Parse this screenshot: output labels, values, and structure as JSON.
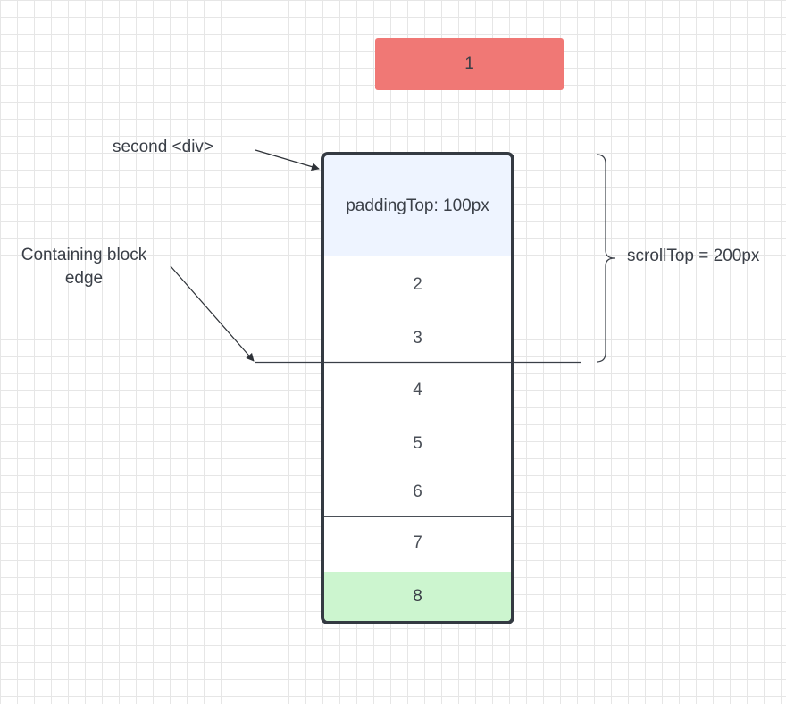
{
  "top_block": {
    "label": "1"
  },
  "container": {
    "padding_label": "paddingTop: 100px",
    "items": [
      "2",
      "3",
      "4",
      "5",
      "6",
      "7",
      "8"
    ]
  },
  "annotations": {
    "second_div": "second <div>",
    "containing_block_line1": "Containing block",
    "containing_block_line2": "edge",
    "scroll_top": "scrollTop = 200px"
  },
  "colors": {
    "top_block": "#f07875",
    "padding_area": "#eef4ff",
    "last_item": "#ccf5cf",
    "container_border": "#343a42"
  }
}
